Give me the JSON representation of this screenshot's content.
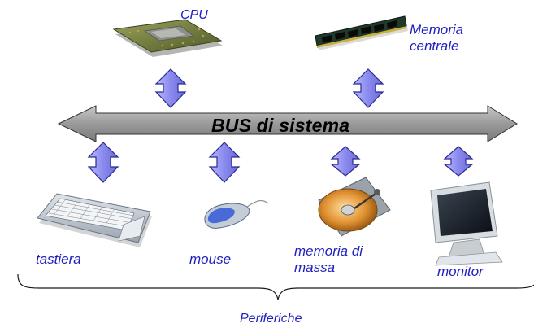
{
  "bus": {
    "label": "BUS di sistema"
  },
  "components": {
    "cpu": {
      "label": "CPU"
    },
    "memory": {
      "label_line1": "Memoria",
      "label_line2": "centrale"
    },
    "keyboard": {
      "label": "tastiera"
    },
    "mouse": {
      "label": "mouse"
    },
    "mass_storage": {
      "label_line1": "memoria di",
      "label_line2": "massa"
    },
    "monitor": {
      "label": "monitor"
    }
  },
  "group": {
    "label": "Periferiche"
  },
  "colors": {
    "label_text": "#1f1fbf",
    "bus_fill": "#9a9a9a",
    "arrow_fill": "#8f8ff0",
    "arrow_stroke": "#2a2a90"
  }
}
